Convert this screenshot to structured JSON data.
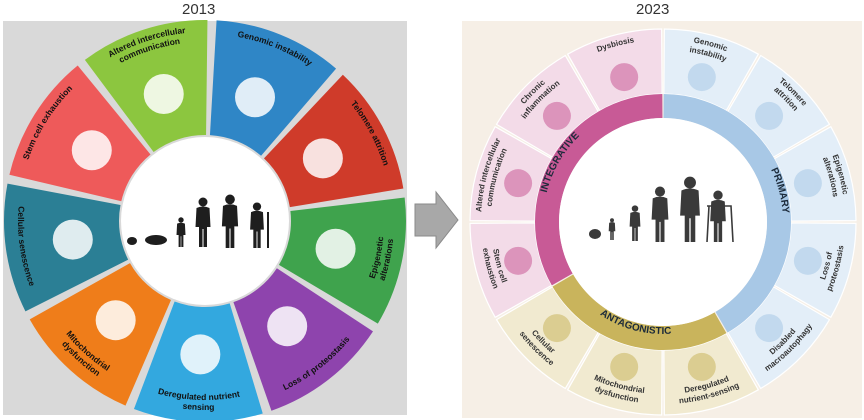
{
  "years": {
    "left": "2013",
    "right": "2023"
  },
  "left_wheel": {
    "segments": [
      {
        "label": "Genomic instability",
        "color": "#2f86c6"
      },
      {
        "label": "Telomere attrition",
        "color": "#cf3b2a"
      },
      {
        "label": "Epigenetic alterations",
        "color": "#3fa34d"
      },
      {
        "label": "Loss of proteostasis",
        "color": "#8e44ad"
      },
      {
        "label": "Deregulated nutrient sensing",
        "color": "#33a8df"
      },
      {
        "label": "Mitochondrial dysfunction",
        "color": "#ef7d1a"
      },
      {
        "label": "Cellular senescence",
        "color": "#2b7f95"
      },
      {
        "label": "Stem cell exhaustion",
        "color": "#ee5a5a"
      },
      {
        "label": "Altered intercellular communication",
        "color": "#8cc63f"
      }
    ]
  },
  "right_wheel": {
    "groups": [
      {
        "label": "PRIMARY",
        "color": "#a8c8e6"
      },
      {
        "label": "ANTAGONISTIC",
        "color": "#c9b45c"
      },
      {
        "label": "INTEGRATIVE",
        "color": "#c85a96"
      }
    ],
    "segments": [
      {
        "label": "Genomic instability",
        "group": "primary"
      },
      {
        "label": "Telomere attrition",
        "group": "primary"
      },
      {
        "label": "Epigenetic alterations",
        "group": "primary"
      },
      {
        "label": "Loss of proteostasis",
        "group": "primary"
      },
      {
        "label": "Disabled macroautophagy",
        "group": "primary"
      },
      {
        "label": "Deregulated nutrient-sensing",
        "group": "antagonistic"
      },
      {
        "label": "Mitochondrial dysfunction",
        "group": "antagonistic"
      },
      {
        "label": "Cellular senescence",
        "group": "antagonistic"
      },
      {
        "label": "Stem cell exhaustion",
        "group": "integrative"
      },
      {
        "label": "Altered intercellular communication",
        "group": "integrative"
      },
      {
        "label": "Chronic inflammation",
        "group": "integrative"
      },
      {
        "label": "Dysbiosis",
        "group": "integrative"
      }
    ]
  },
  "colors": {
    "arrow": "#a8a8a8",
    "silhouette": "#1e1e1e",
    "silhouette_right": "#3a3a3a"
  }
}
